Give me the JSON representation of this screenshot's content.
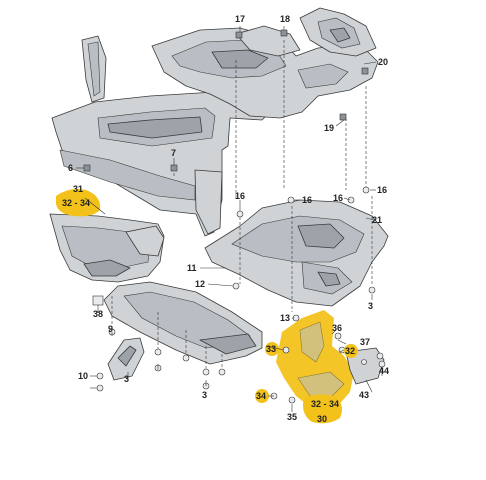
{
  "diagram": {
    "highlight_color": "#f2c21b",
    "labels": {
      "l6": "6",
      "l7": "7",
      "l9": "9",
      "l10": "10",
      "l11": "11",
      "l12": "12",
      "l13": "13",
      "l16a": "16",
      "l16b": "16",
      "l16c": "16",
      "l16d": "16",
      "l17": "17",
      "l18": "18",
      "l19": "19",
      "l20": "20",
      "l21": "21",
      "l30": "30",
      "l31": "31",
      "l32": "32",
      "l3234a": "32 - 34",
      "l3234b": "32 - 34",
      "l33": "33",
      "l34": "34",
      "l35": "35",
      "l36": "36",
      "l37": "37",
      "l38": "38",
      "l43": "43",
      "l44": "44",
      "l3a": "3",
      "l3b": "3",
      "l3c": "3"
    }
  }
}
